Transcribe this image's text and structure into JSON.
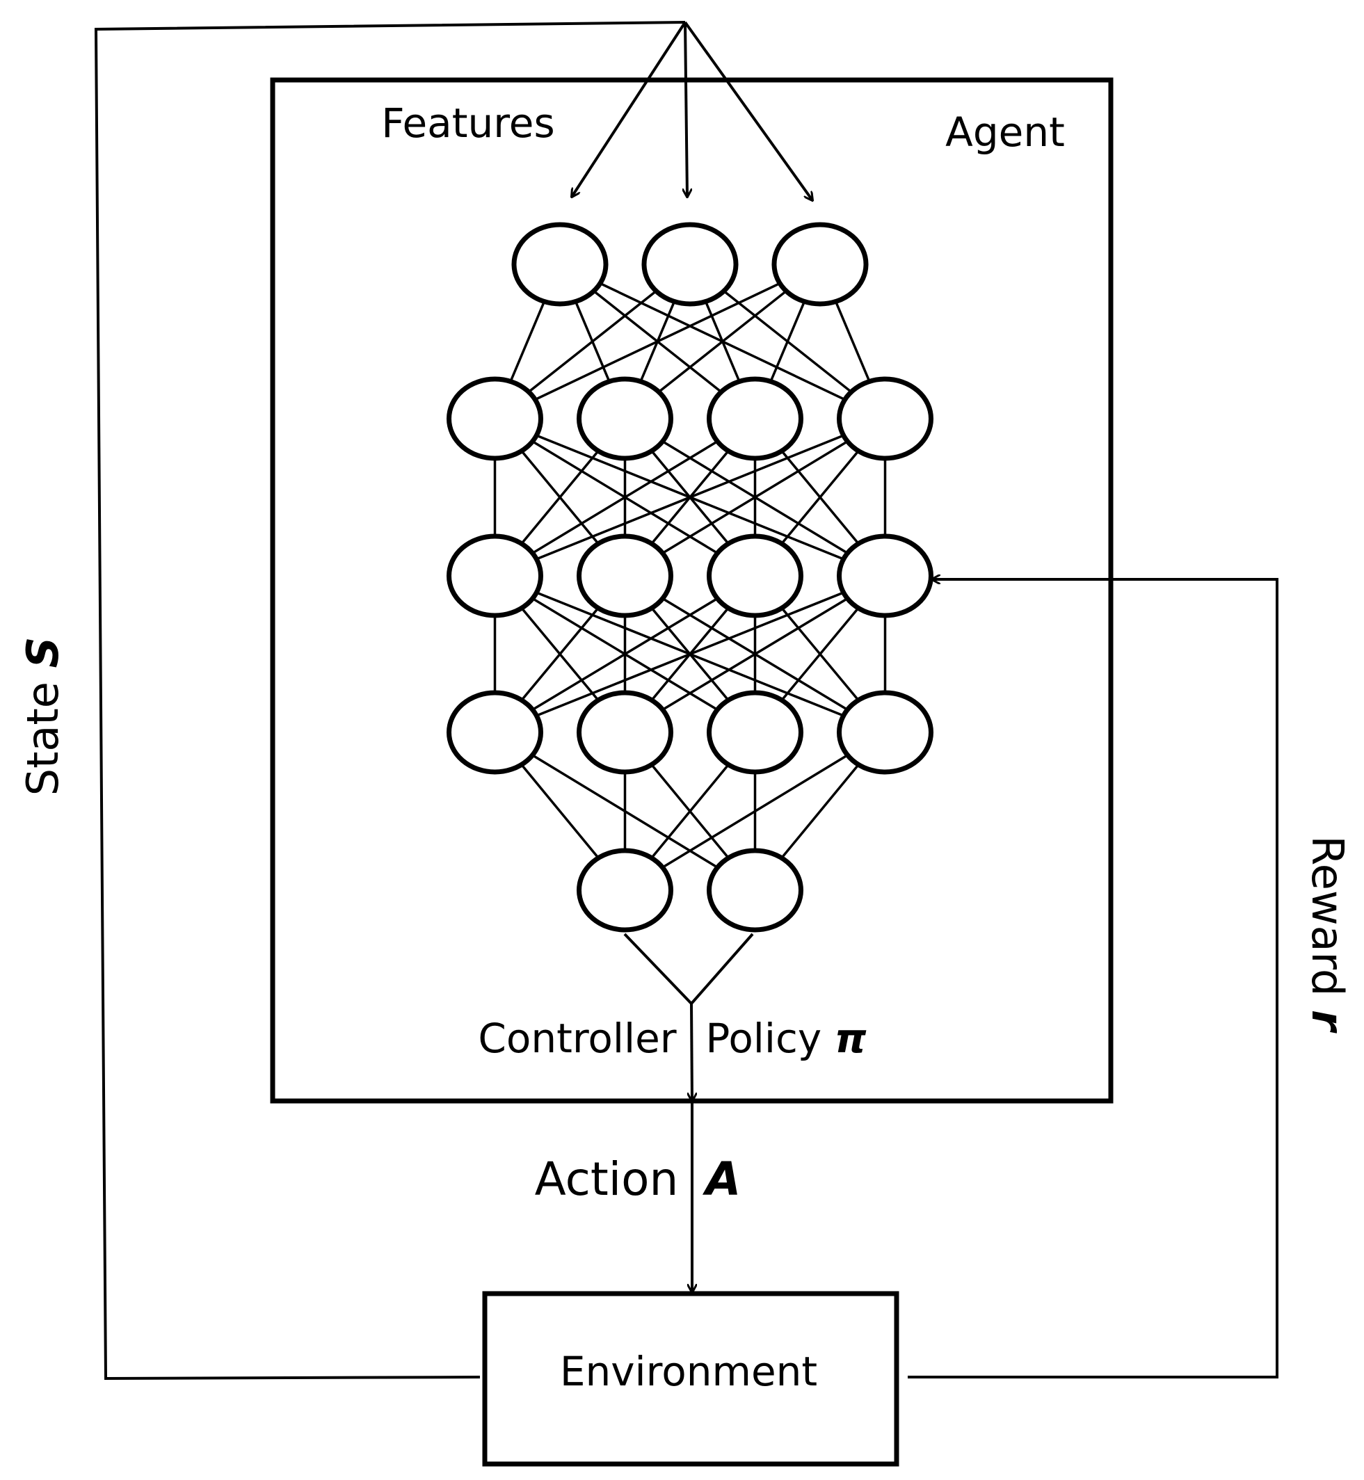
{
  "labels": {
    "features": "Features",
    "agent": "Agent",
    "controller": "Controller",
    "policy": "Policy",
    "policy_symbol": "π",
    "action": "Action",
    "action_symbol": "A",
    "environment": "Environment",
    "state": "State",
    "state_symbol": "S",
    "reward": "Reward",
    "reward_symbol": "r"
  },
  "network": {
    "layers": [
      3,
      4,
      4,
      4,
      2
    ]
  },
  "colors": {
    "stroke": "#000000",
    "background": "#ffffff"
  }
}
